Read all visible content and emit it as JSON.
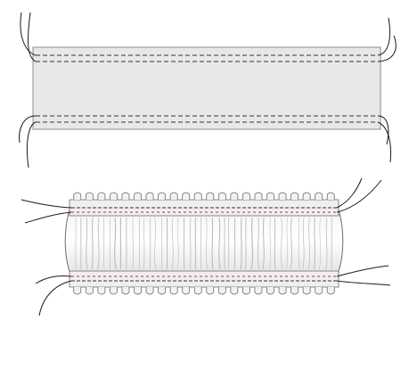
{
  "diagram": {
    "description_labels": [],
    "colors": {
      "background": "#ffffff",
      "fabric_fill": "#e8e8e8",
      "fabric_edge": "#8c8c8c",
      "stitch_line": "#333333",
      "thread": "#1a1a1a",
      "gathered_fill": "#ececec",
      "gathered_shadow": "#b8b8b8",
      "ruffle_outline": "#6d6d6d",
      "accent_stitch": "#cc2a2a"
    },
    "panels": [
      {
        "name": "flat-strip",
        "stitch_rows": 4,
        "thread_ends": 8
      },
      {
        "name": "gathered-strip",
        "stitch_rows": 4,
        "thread_ends": 8,
        "ruffle_teeth": 22
      }
    ]
  }
}
